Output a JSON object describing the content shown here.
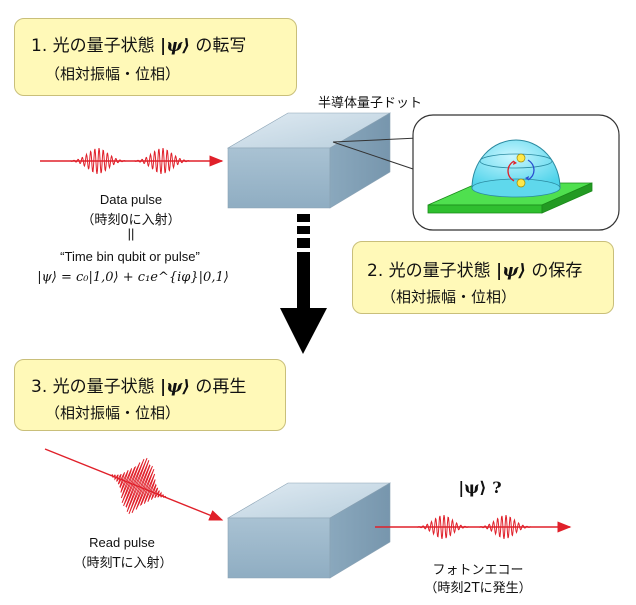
{
  "step1": {
    "line1_pre": "1. 光の量子状態",
    "line1_post": "の転写",
    "line2": "（相対振幅・位相）"
  },
  "step2": {
    "line1_pre": "2. 光の量子状態",
    "line1_post": "の保存",
    "line2": "（相対振幅・位相）"
  },
  "step3": {
    "line1_pre": "3. 光の量子状態",
    "line1_post": "の再生",
    "line2": "（相対振幅・位相）"
  },
  "ket_symbol": "|ψ⟩",
  "quantum_dot_label": "半導体量子ドット",
  "data_pulse": {
    "name": "Data pulse",
    "timing": "（時刻0に入射）",
    "equals": "||",
    "qubit_label": "“Time bin qubit or pulse”",
    "equation": "|ψ⟩ = c₀|1,0⟩ + c₁e^{iφ}|0,1⟩"
  },
  "read_pulse": {
    "name": "Read pulse",
    "timing": "（時刻Tに入射）"
  },
  "photon_echo": {
    "state": "|ψ⟩ ?",
    "name": "フォトンエコー",
    "timing": "（時刻2Tに発生）"
  },
  "colors": {
    "box_fill": "#fff9b8",
    "pulse": "#e0202a",
    "slab": "#a9c6d8",
    "substrate": "#33cc33",
    "dome": "#66ddee"
  }
}
